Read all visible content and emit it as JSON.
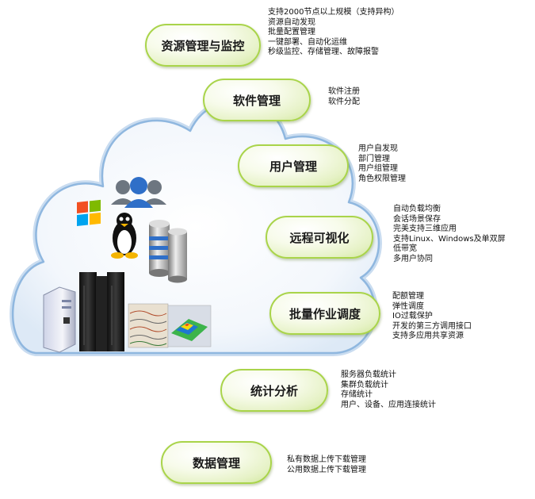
{
  "modules": [
    {
      "id": "resource",
      "title": "资源管理与监控",
      "items": [
        "支持2000节点以上规模（支持异构）",
        "资源自动发现",
        "批量配置管理",
        "一键部署、自动化运维",
        "秒级监控、存储管理、故障报警"
      ]
    },
    {
      "id": "software",
      "title": "软件管理",
      "items": [
        "软件注册",
        "软件分配"
      ]
    },
    {
      "id": "user",
      "title": "用户管理",
      "items": [
        "用户自发现",
        "部门管理",
        "用户组管理",
        "角色权限管理"
      ]
    },
    {
      "id": "remote",
      "title": "远程可视化",
      "items": [
        "自动负载均衡",
        "会话场景保存",
        "完美支持三维应用",
        "支持Linux、Windows及单双屏",
        "低带宽",
        "多用户协同"
      ]
    },
    {
      "id": "batch",
      "title": "批量作业调度",
      "items": [
        "配额管理",
        "弹性调度",
        "IO过载保护",
        "开发的第三方调用接口",
        "支持多应用共享资源"
      ]
    },
    {
      "id": "stats",
      "title": "统计分析",
      "items": [
        "服务器负载统计",
        "集群负载统计",
        "存储统计",
        "用户、设备、应用连接统计"
      ]
    },
    {
      "id": "data",
      "title": "数据管理",
      "items": [
        "私有数据上传下载管理",
        "公用数据上传下载管理"
      ]
    }
  ],
  "icons": [
    "cloud-icon",
    "windows-logo-icon",
    "users-icon",
    "linux-penguin-icon",
    "storage-disks-icon",
    "desktop-tower-icon",
    "server-rack-icon",
    "seismic-plot-icon",
    "3d-surface-icon"
  ],
  "colors": {
    "pill_border": "#a9d44a",
    "cloud_outline": "#7fb0e0",
    "cloud_fill": "#eef4fb"
  }
}
